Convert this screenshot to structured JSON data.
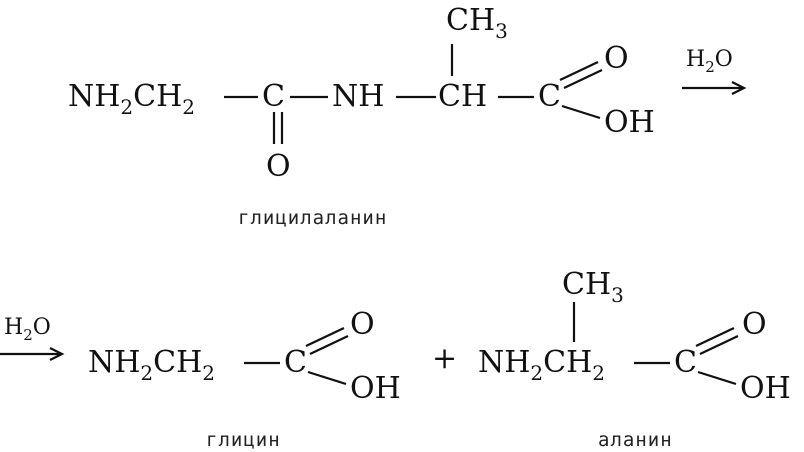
{
  "reaction": {
    "reactant": {
      "n_h2": "NH",
      "n_h2_sub": "2",
      "ch2": "CH",
      "ch2_sub": "2",
      "c_carbonyl": "C",
      "o_carbonyl": "O",
      "nh": "NH",
      "ch": "CH",
      "ch3": "CH",
      "ch3_sub": "3",
      "c_acid": "C",
      "o_acid": "O",
      "oh_acid": "OH",
      "name": "глицилаланин"
    },
    "arrow_top": {
      "h": "H",
      "h_sub": "2",
      "o": "O"
    },
    "arrow_bottom": {
      "h": "H",
      "h_sub": "2",
      "o": "O"
    },
    "product1": {
      "nh": "NH",
      "nh_sub": "2",
      "ch": "CH",
      "ch_sub": "2",
      "c": "C",
      "o": "O",
      "oh": "OH",
      "name": "глицин"
    },
    "plus": "+",
    "product2": {
      "nh": "NH",
      "nh_sub": "2",
      "ch": "CH",
      "ch_sub": "2",
      "ch3": "CH",
      "ch3_sub": "3",
      "c": "C",
      "o": "O",
      "oh": "OH",
      "name": "аланин"
    }
  }
}
